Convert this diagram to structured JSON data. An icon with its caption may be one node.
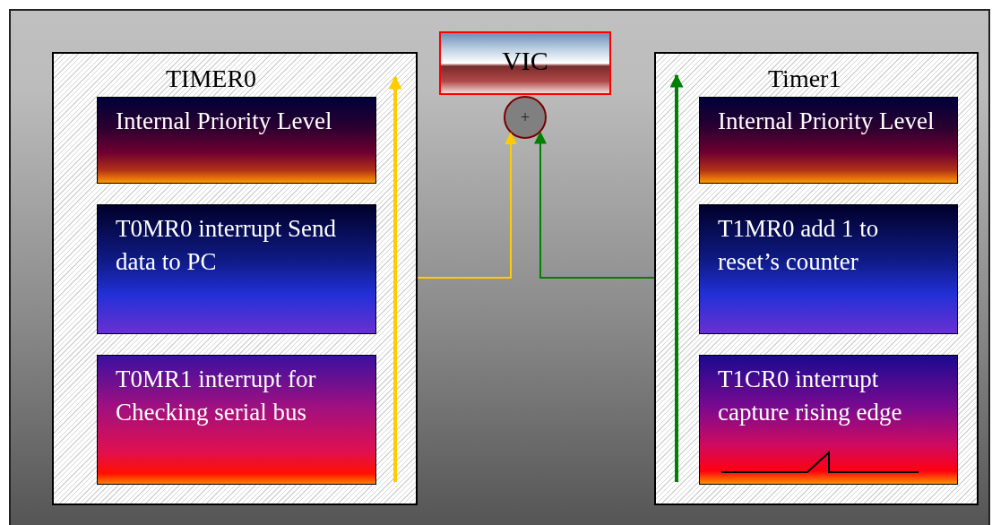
{
  "diagram": {
    "nodes": [
      {
        "text": [
          "TIMER0"
        ]
      },
      {
        "text": [
          "Internal Priority Level"
        ],
        "in": 0
      },
      {
        "text": [
          "T0MR0 interrupt Send data to PC"
        ],
        "in": 0
      },
      {
        "text": [
          "T0MR1 interrupt for Checking serial bus"
        ],
        "in": 0
      },
      {
        "text": [
          "VIC"
        ]
      },
      {
        "text": [
          "+"
        ]
      },
      {
        "text": [
          "Timer1"
        ]
      },
      {
        "text": [
          "Internal Priority Level"
        ],
        "in": 6
      },
      {
        "text": [
          "T1MR0 add 1 to reset’s counter"
        ],
        "in": 6
      },
      {
        "text": [
          "T1CR0 interrupt capture rising edge"
        ],
        "in": 6
      }
    ],
    "edges": [
      {
        "from": 0,
        "to": 5,
        "arrow": "to",
        "color": "#ffcc00"
      },
      {
        "from": 6,
        "to": 5,
        "arrow": "to",
        "color": "#008000"
      }
    ]
  }
}
